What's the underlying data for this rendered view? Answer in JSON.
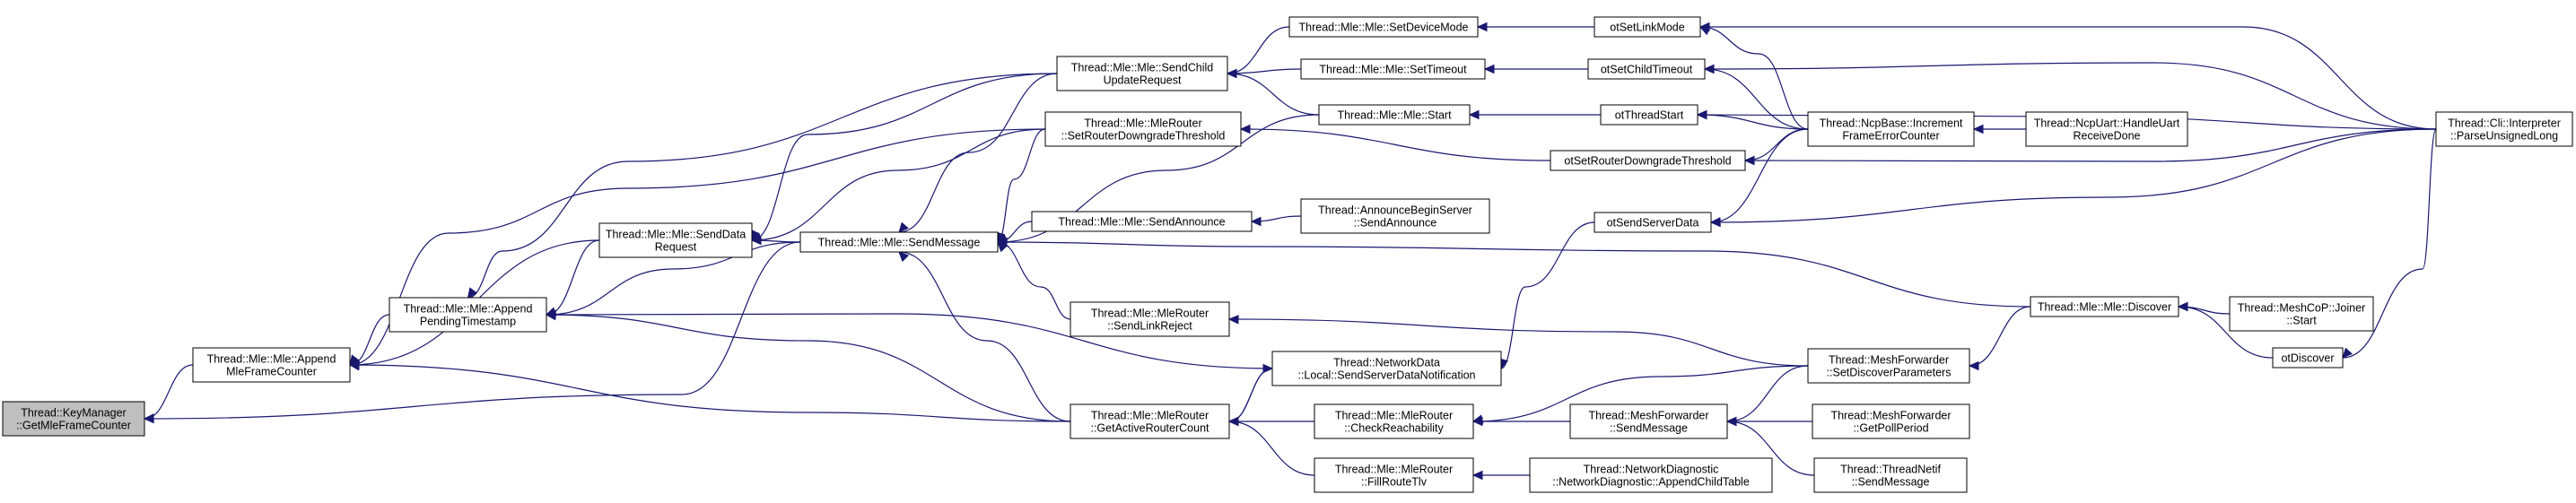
{
  "nodes": {
    "km_get": {
      "lines": [
        "Thread::KeyManager",
        "::GetMleFrameCounter"
      ],
      "selected": true
    },
    "append_fc": {
      "lines": [
        "Thread::Mle::Mle::Append",
        "MleFrameCounter"
      ]
    },
    "append_pt": {
      "lines": [
        "Thread::Mle::Mle::Append",
        "PendingTimestamp"
      ]
    },
    "senddata": {
      "lines": [
        "Thread::Mle::Mle::SendData",
        "Request"
      ]
    },
    "sendmsg": {
      "lines": [
        "Thread::Mle::Mle::SendMessage"
      ]
    },
    "sendchild": {
      "lines": [
        "Thread::Mle::Mle::SendChild",
        "UpdateRequest"
      ]
    },
    "setdev": {
      "lines": [
        "Thread::Mle::Mle::SetDeviceMode"
      ]
    },
    "settimeout": {
      "lines": [
        "Thread::Mle::Mle::SetTimeout"
      ]
    },
    "start": {
      "lines": [
        "Thread::Mle::Mle::Start"
      ]
    },
    "setrdt": {
      "lines": [
        "Thread::Mle::MleRouter",
        "::SetRouterDowngradeThreshold"
      ]
    },
    "announce": {
      "lines": [
        "Thread::Mle::Mle::SendAnnounce"
      ]
    },
    "annserver": {
      "lines": [
        "Thread::AnnounceBeginServer",
        "::SendAnnounce"
      ]
    },
    "linkreject": {
      "lines": [
        "Thread::Mle::MleRouter",
        "::SendLinkReject"
      ]
    },
    "netdata": {
      "lines": [
        "Thread::NetworkData",
        "::Local::SendServerDataNotification"
      ]
    },
    "getactive": {
      "lines": [
        "Thread::Mle::MleRouter",
        "::GetActiveRouterCount"
      ]
    },
    "checkreach": {
      "lines": [
        "Thread::Mle::MleRouter",
        "::CheckReachability"
      ]
    },
    "fillroute": {
      "lines": [
        "Thread::Mle::MleRouter",
        "::FillRouteTlv"
      ]
    },
    "otlinkmode": {
      "lines": [
        "otSetLinkMode"
      ]
    },
    "otchildto": {
      "lines": [
        "otSetChildTimeout"
      ]
    },
    "otstart": {
      "lines": [
        "otThreadStart"
      ]
    },
    "otrdt": {
      "lines": [
        "otSetRouterDowngradeThreshold"
      ]
    },
    "otserver": {
      "lines": [
        "otSendServerData"
      ]
    },
    "ncpbase": {
      "lines": [
        "Thread::NcpBase::Increment",
        "FrameErrorCounter"
      ]
    },
    "ncpuart": {
      "lines": [
        "Thread::NcpUart::HandleUart",
        "ReceiveDone"
      ]
    },
    "setdisc": {
      "lines": [
        "Thread::MeshForwarder",
        "::SetDiscoverParameters"
      ]
    },
    "meshsend": {
      "lines": [
        "Thread::MeshForwarder",
        "::SendMessage"
      ]
    },
    "netdiag": {
      "lines": [
        "Thread::NetworkDiagnostic",
        "::NetworkDiagnostic::AppendChildTable"
      ]
    },
    "getpoll": {
      "lines": [
        "Thread::MeshForwarder",
        "::GetPollPeriod"
      ]
    },
    "netifsend": {
      "lines": [
        "Thread::ThreadNetif",
        "::SendMessage"
      ]
    },
    "discover": {
      "lines": [
        "Thread::Mle::Mle::Discover"
      ]
    },
    "joiner": {
      "lines": [
        "Thread::MeshCoP::Joiner",
        "::Start"
      ]
    },
    "otdiscover": {
      "lines": [
        "otDiscover"
      ]
    },
    "cli": {
      "lines": [
        "Thread::Cli::Interpreter",
        "::ParseUnsignedLong"
      ]
    }
  }
}
